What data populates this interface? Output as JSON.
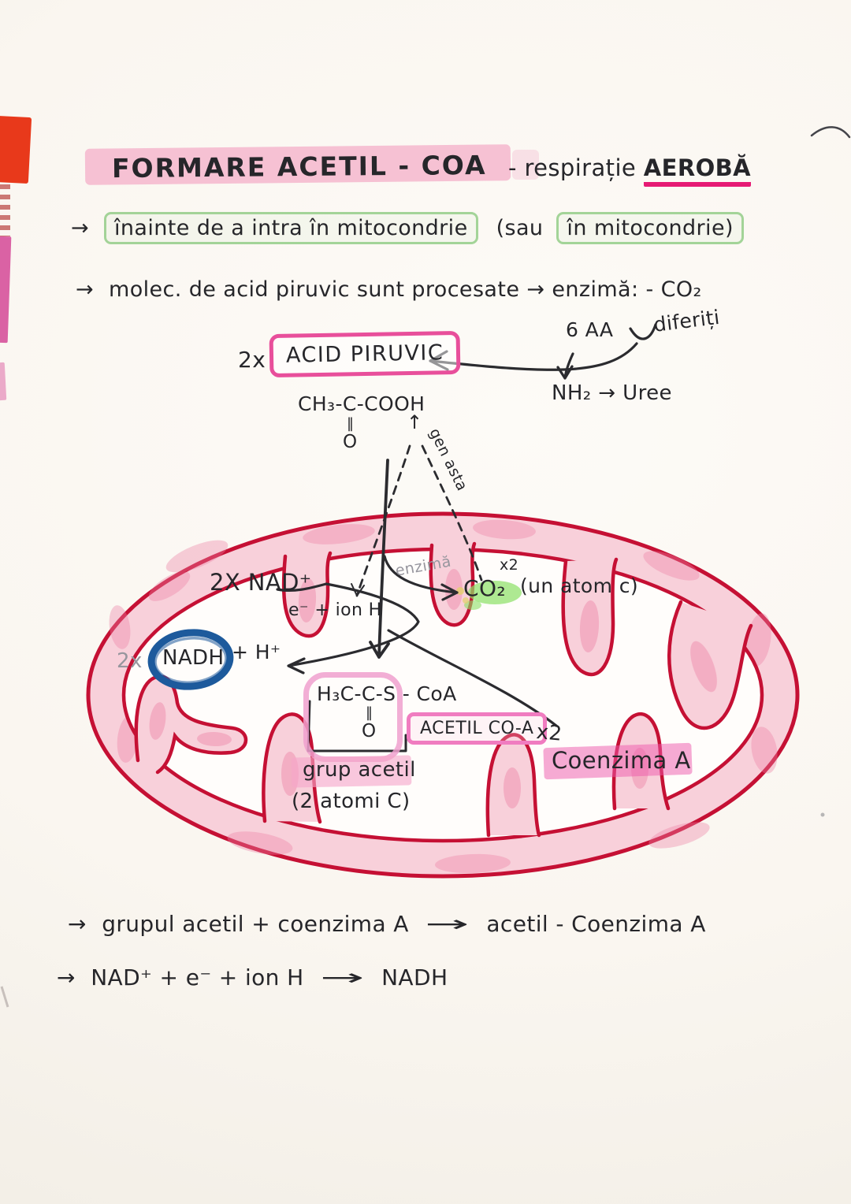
{
  "colors": {
    "ink": "#26262a",
    "pencil": "#97969e",
    "membrane_red": "#c51034",
    "matrix_pink_fill": "#f8d0da",
    "pink_patch": "#ec7fa4",
    "title_highlight": "#f4b4cc",
    "magenta_marker": "#e61a74",
    "pink_box_border": "#e84f9b",
    "green_box_border": "#94cd88",
    "green_glow": "#8ce065",
    "blue_circle": "#1d5a9c",
    "red_margin_strip": "#e8391b"
  },
  "header": {
    "title": "FORMARE ACETIL - COA",
    "subtitle_prefix": "- respirație",
    "subtitle_emphasis": "AEROBĂ"
  },
  "intro": {
    "arrow": "→",
    "line1_boxed": "înainte de a intra în mitocondrie",
    "line1_open": "(sau",
    "line1_boxed2": "în mitocondrie)",
    "line2": "molec. de acid piruvic sunt procesate → enzimă: - CO₂"
  },
  "pyruvate": {
    "aa_count": "6 AA",
    "aa_note": "diferiți",
    "multiplier": "2x",
    "box_label": "ACID PIRUVIC",
    "amine_line": "NH₂ → Uree",
    "formula": "CH₃-C-COOH",
    "double_bond": "‖",
    "oxygen": "O",
    "insert_arrow": "↑",
    "margin_note": "gen asta"
  },
  "mitochondrion": {
    "nad_label": "2X NAD⁺",
    "electron_label": "e⁻ + ion H",
    "nadh_multiplier": "2x",
    "nadh_label": "NADH",
    "nadh_plus": "+ H⁺",
    "enzyme_label": "enzimă",
    "co2_label": "CO₂",
    "co2_multiplier": "x2",
    "co2_note": "(un atom c)"
  },
  "acetyl": {
    "formula": "H₃C-C-S - CoA",
    "double_bond": "‖",
    "oxygen": "O",
    "box_label": "ACETIL CO-A",
    "multiplier": "x2",
    "group_label": "grup acetil",
    "group_note": "(2 atomi C)",
    "coenzyme_label": "Coenzima A"
  },
  "summary": {
    "arrow": "→",
    "long_arrow": "→",
    "line1_left": "grupul acetil + coenzima A",
    "line1_right": "acetil - Coenzima A",
    "line2_left": "NAD⁺ + e⁻ + ion H",
    "line2_right": "NADH"
  }
}
